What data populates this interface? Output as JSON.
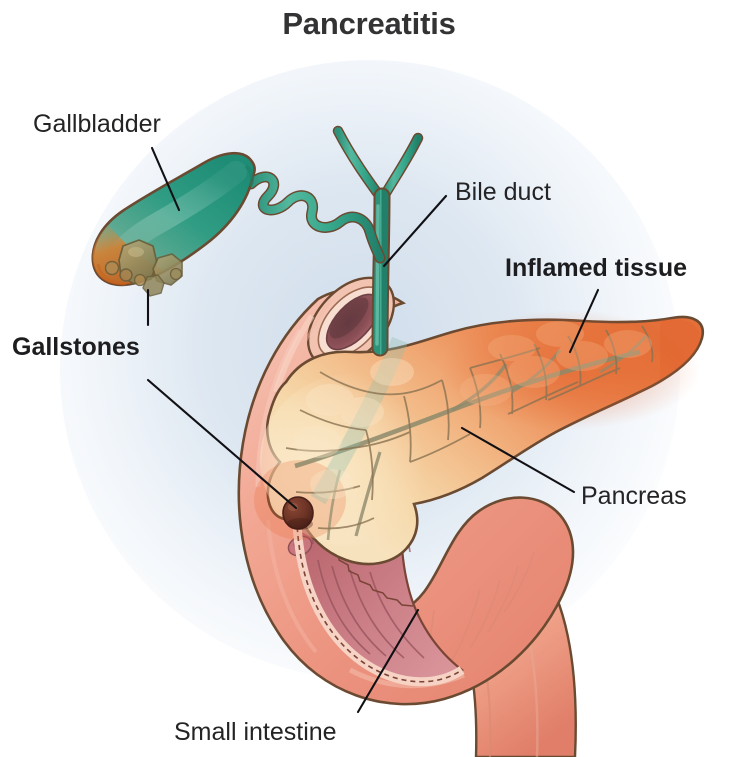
{
  "figure": {
    "title": "Pancreatitis",
    "type": "medical-anatomical-illustration",
    "subject": "Gallstone pancreatitis of the pancreas, gallbladder, bile duct and duodenum",
    "background_color": "#ffffff",
    "glow_color": "#cddbea"
  },
  "labels": {
    "gallbladder": "Gallbladder",
    "gallstones": "Gallstones",
    "bile_duct": "Bile duct",
    "inflamed_tissue": "Inflamed tissue",
    "pancreas": "Pancreas",
    "small_intestine": "Small intestine"
  },
  "label_styles": {
    "gallbladder": "regular",
    "gallstones": "bold",
    "bile_duct": "regular",
    "inflamed_tissue": "bold",
    "pancreas": "regular",
    "small_intestine": "regular"
  },
  "structures": [
    {
      "name": "gallbladder",
      "label": "Gallbladder",
      "color": "#2e9c84",
      "description": "Pear-shaped teal organ upper left with spiral cystic duct"
    },
    {
      "name": "gallstones",
      "label": "Gallstones",
      "color": "#9a8f5e",
      "description": "Angular olive-tan stones clustered in the gallbladder neck"
    },
    {
      "name": "impacted-stone",
      "label": "Gallstones",
      "color": "#6b3226",
      "description": "Dark stone lodged at the ampulla where the ducts enter the duodenum"
    },
    {
      "name": "bile-duct",
      "label": "Bile duct",
      "color": "#39ab8f",
      "description": "Y-shaped green duct descending from the hepatic ducts"
    },
    {
      "name": "pancreas",
      "label": "Pancreas",
      "color": "#f0c694",
      "description": "Lobulated gland, cream head at left, inflamed body and tail at right"
    },
    {
      "name": "inflamed-tissue",
      "label": "Inflamed tissue",
      "color": "#e8733c",
      "description": "Reddened swollen portion of the pancreatic body and tail"
    },
    {
      "name": "small-intestine",
      "label": "Small intestine",
      "color": "#ef9d8c",
      "description": "Duodenum curving around the pancreas head, cut away to show mucosa"
    }
  ],
  "colors": {
    "title_text": "#333335",
    "label_text": "#242427",
    "leader_line": "#111115",
    "gallbladder_teal": "#2e9c84",
    "bile_duct_green": "#39ab8f",
    "pancreas_cream": "#f5d7ab",
    "pancreas_orange": "#e8733c",
    "intestine_pink": "#ef9d8c",
    "mucosa_mauve": "#b9626a",
    "outline_brown": "#6b4a32",
    "stone_dark": "#6b3226"
  }
}
